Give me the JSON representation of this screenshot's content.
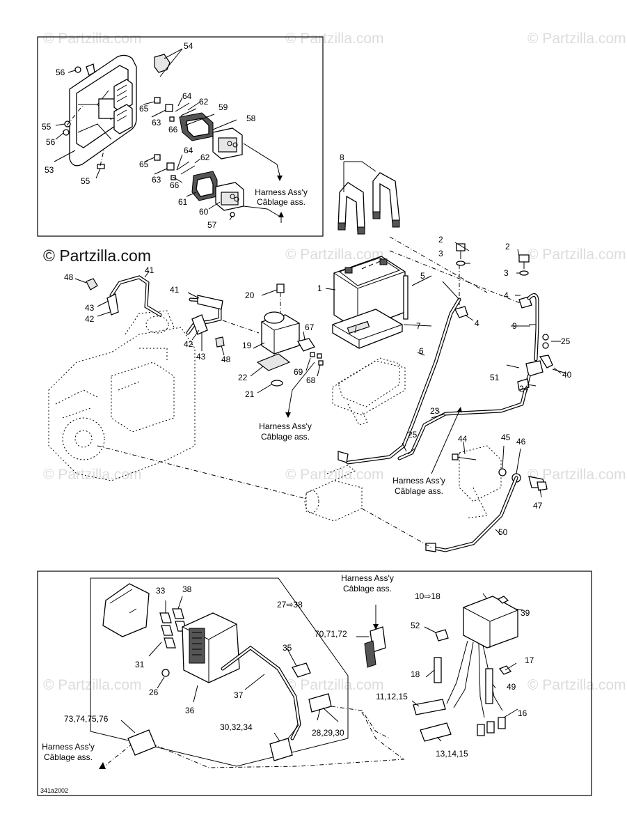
{
  "watermarks": [
    "© Partzilla.com",
    "© Partzilla.com",
    "© Partzilla.com",
    "© Partzilla.com",
    "© Partzilla.com",
    "© Partzilla.com",
    "© Partzilla.com",
    "© Partzilla.com",
    "© Partzilla.com",
    "© Partzilla.com",
    "© Partzilla.com"
  ],
  "copyright": "© Partzilla.com",
  "harness_notes": {
    "top_inset": [
      "Harness Ass'y",
      "Câblage ass."
    ],
    "middle": [
      "Harness Ass'y",
      "Câblage ass."
    ],
    "right": [
      "Harness Ass'y",
      "Câblage ass."
    ],
    "bottom_center": [
      "Harness Ass'y",
      "Câblage ass."
    ],
    "bottom_left": [
      "Harness Ass'y",
      "Câblage ass."
    ]
  },
  "figure_code": "341a2002",
  "callouts": {
    "c54": "54",
    "c56a": "56",
    "c65a": "65",
    "c64a": "64",
    "c62a": "62",
    "c59": "59",
    "c63a": "63",
    "c66a": "66",
    "c58": "58",
    "c55a": "55",
    "c56b": "56",
    "c53": "53",
    "c64b": "64",
    "c65b": "65",
    "c62b": "62",
    "c63b": "63",
    "c66b": "66",
    "c55b": "55",
    "c61": "61",
    "c60": "60",
    "c57": "57",
    "c8": "8",
    "c2a": "2",
    "c3a": "3",
    "c5": "5",
    "c1": "1",
    "c4a": "4",
    "c7": "7",
    "c2b": "2",
    "c3b": "3",
    "c4b": "4",
    "c9": "9",
    "c25a": "25",
    "c6": "6",
    "c51": "51",
    "c40": "40",
    "c24": "24",
    "c23": "23",
    "c48a": "48",
    "c41a": "41",
    "c43a": "43",
    "c42a": "42",
    "c41b": "41",
    "c20": "20",
    "c67": "67",
    "c19": "19",
    "c42b": "42",
    "c43b": "43",
    "c48b": "48",
    "c22": "22",
    "c69": "69",
    "c68": "68",
    "c21": "21",
    "c25b": "25",
    "c44": "44",
    "c45": "45",
    "c46": "46",
    "c47": "47",
    "c50": "50",
    "c33": "33",
    "c38": "38",
    "c27_38": "27⇨38",
    "c10_18": "10⇨18",
    "c39": "39",
    "c52": "52",
    "c70_72": "70,71,72",
    "c35": "35",
    "c31": "31",
    "c17": "17",
    "c18": "18",
    "c49": "49",
    "c26": "26",
    "c37": "37",
    "c11_15": "11,12,15",
    "c36": "36",
    "c16": "16",
    "c73_76": "73,74,75,76",
    "c30_34": "30,32,34",
    "c28_30": "28,29,30",
    "c13_15": "13,14,15"
  }
}
